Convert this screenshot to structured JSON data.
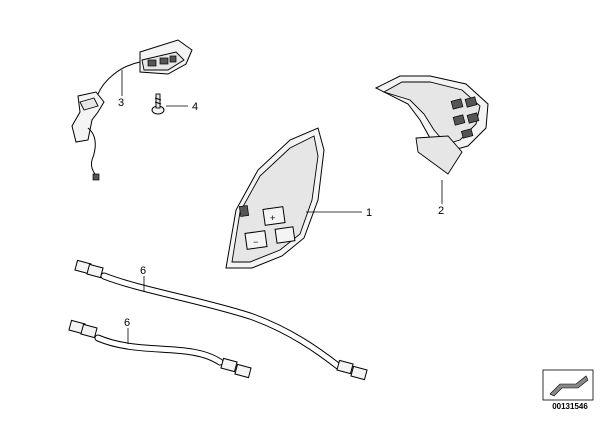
{
  "callouts": {
    "part1": "1",
    "part2": "2",
    "part3": "3",
    "part4": "4",
    "part5": "6",
    "part6": "6"
  },
  "reference_number": "00131546",
  "icons": [
    "steering-wheel-switch-right",
    "steering-wheel-switch-left",
    "airbag-contact-unit",
    "screw",
    "wiring-harness",
    "document-arrow-icon"
  ]
}
